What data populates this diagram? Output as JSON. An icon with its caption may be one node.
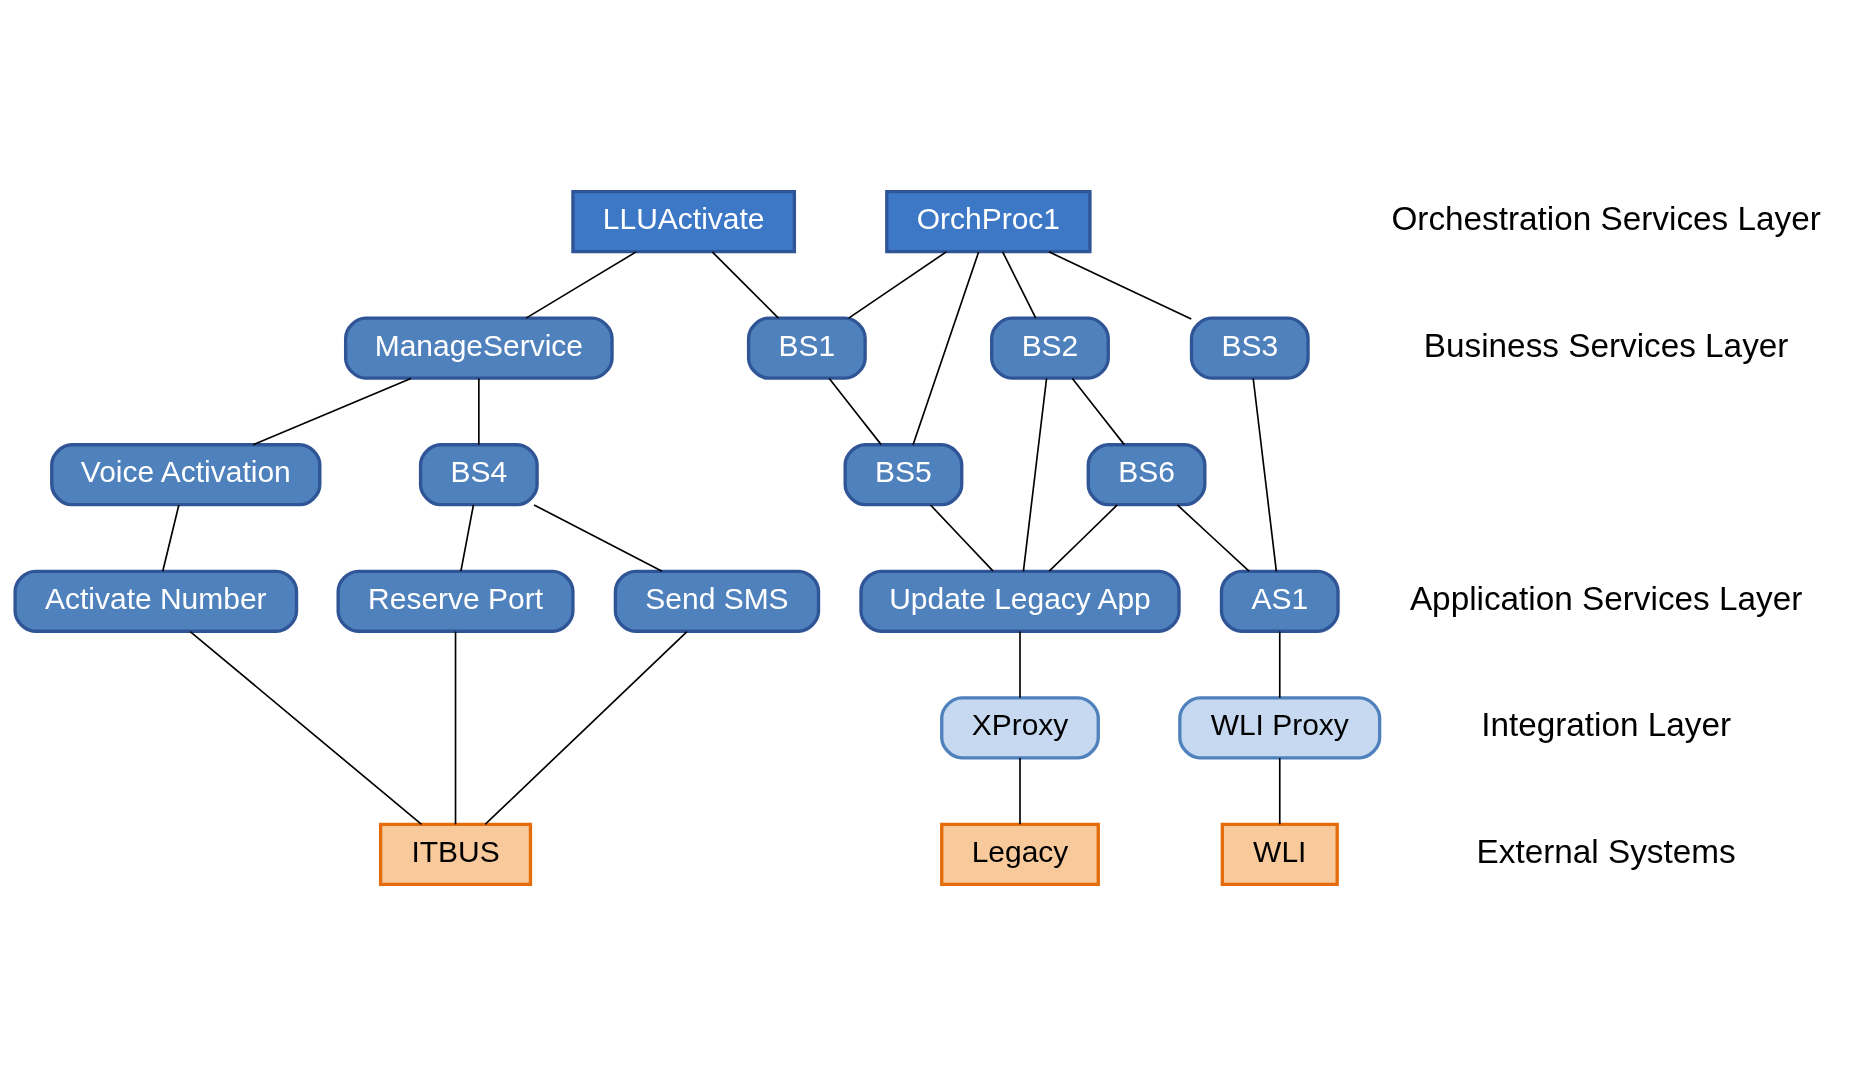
{
  "diagram": {
    "nodes": [
      {
        "text": [
          "LLUActivate"
        ]
      },
      {
        "text": [
          "OrchProc1"
        ]
      },
      {
        "text": [
          "ManageService"
        ]
      },
      {
        "text": [
          "BS1"
        ]
      },
      {
        "text": [
          "BS2"
        ]
      },
      {
        "text": [
          "BS3"
        ]
      },
      {
        "text": [
          "Voice Activation"
        ]
      },
      {
        "text": [
          "BS4"
        ]
      },
      {
        "text": [
          "BS5"
        ]
      },
      {
        "text": [
          "BS6"
        ]
      },
      {
        "text": [
          "Activate Number"
        ]
      },
      {
        "text": [
          "Reserve Port"
        ]
      },
      {
        "text": [
          "Send SMS"
        ]
      },
      {
        "text": [
          "Update Legacy App"
        ]
      },
      {
        "text": [
          "AS1"
        ]
      },
      {
        "text": [
          "XProxy"
        ]
      },
      {
        "text": [
          "WLI Proxy"
        ]
      },
      {
        "text": [
          "ITBUS"
        ]
      },
      {
        "text": [
          "Legacy"
        ]
      },
      {
        "text": [
          "WLI"
        ]
      }
    ],
    "edges": [
      {
        "from": 0,
        "to": 2,
        "arrow": "none"
      },
      {
        "from": 0,
        "to": 3,
        "arrow": "none"
      },
      {
        "from": 1,
        "to": 3,
        "arrow": "none"
      },
      {
        "from": 1,
        "to": 8,
        "arrow": "none"
      },
      {
        "from": 1,
        "to": 4,
        "arrow": "none"
      },
      {
        "from": 1,
        "to": 5,
        "arrow": "none"
      },
      {
        "from": 2,
        "to": 6,
        "arrow": "none"
      },
      {
        "from": 2,
        "to": 7,
        "arrow": "none"
      },
      {
        "from": 3,
        "to": 8,
        "arrow": "none"
      },
      {
        "from": 4,
        "to": 13,
        "arrow": "none"
      },
      {
        "from": 4,
        "to": 9,
        "arrow": "none"
      },
      {
        "from": 5,
        "to": 14,
        "arrow": "none"
      },
      {
        "from": 6,
        "to": 10,
        "arrow": "none"
      },
      {
        "from": 7,
        "to": 11,
        "arrow": "none"
      },
      {
        "from": 7,
        "to": 12,
        "arrow": "none"
      },
      {
        "from": 8,
        "to": 13,
        "arrow": "none"
      },
      {
        "from": 9,
        "to": 13,
        "arrow": "none"
      },
      {
        "from": 9,
        "to": 14,
        "arrow": "none"
      },
      {
        "from": 10,
        "to": 17,
        "arrow": "none"
      },
      {
        "from": 11,
        "to": 17,
        "arrow": "none"
      },
      {
        "from": 12,
        "to": 17,
        "arrow": "none"
      },
      {
        "from": 13,
        "to": 15,
        "arrow": "none"
      },
      {
        "from": 14,
        "to": 16,
        "arrow": "none"
      },
      {
        "from": 15,
        "to": 18,
        "arrow": "none"
      },
      {
        "from": 16,
        "to": 19,
        "arrow": "none"
      }
    ],
    "labels": [
      "Orchestration Services Layer",
      "Business Services Layer",
      "Application Services Layer",
      "Integration Layer",
      "External Systems"
    ]
  }
}
